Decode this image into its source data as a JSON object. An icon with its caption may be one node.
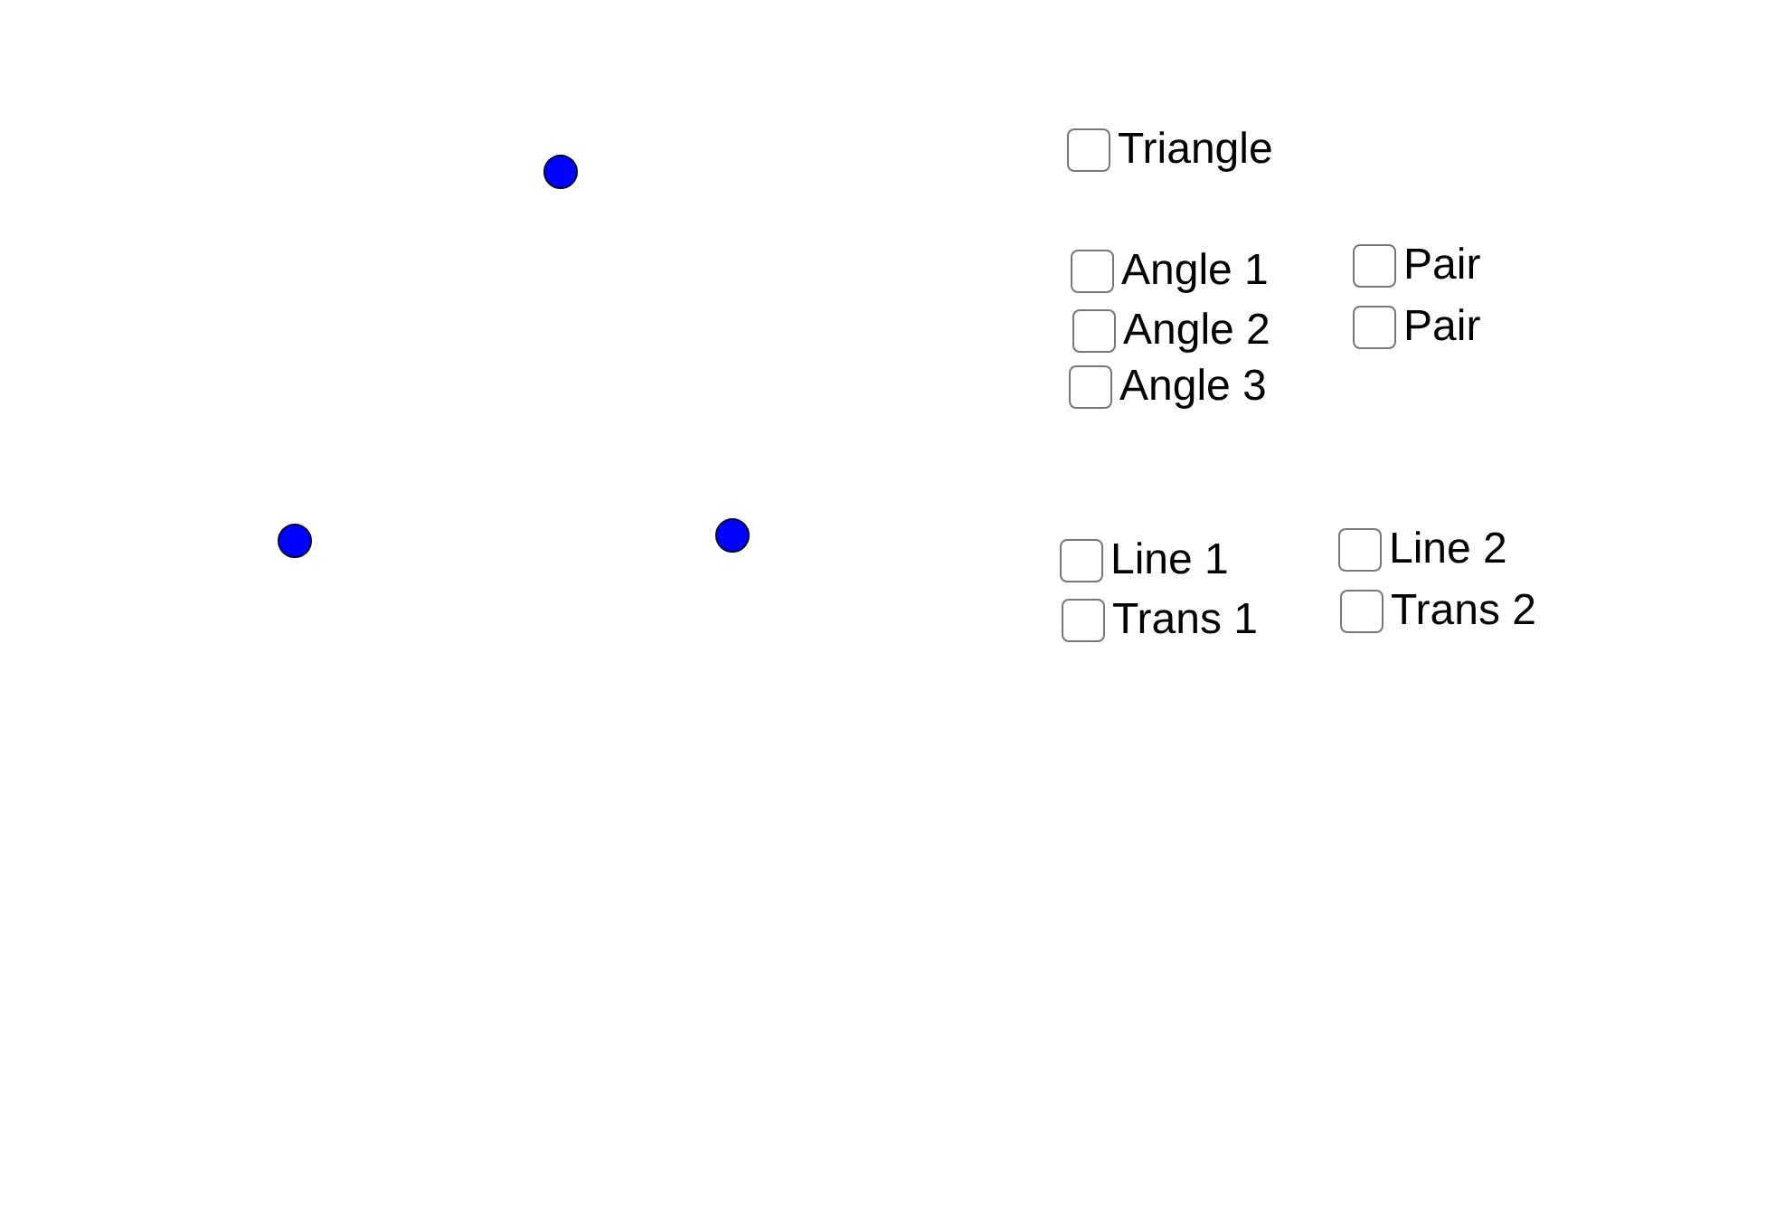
{
  "diagram": {
    "nodes": [
      {
        "text": [],
        "shape": "circle"
      },
      {
        "text": [],
        "shape": "circle"
      },
      {
        "text": [],
        "shape": "circle"
      }
    ],
    "labels": [
      "Triangle",
      "Angle 1",
      "Pair",
      "Angle 2",
      "Pair",
      "Angle 3",
      "Line 1",
      "Line 2",
      "Trans 1",
      "Trans 2"
    ]
  }
}
